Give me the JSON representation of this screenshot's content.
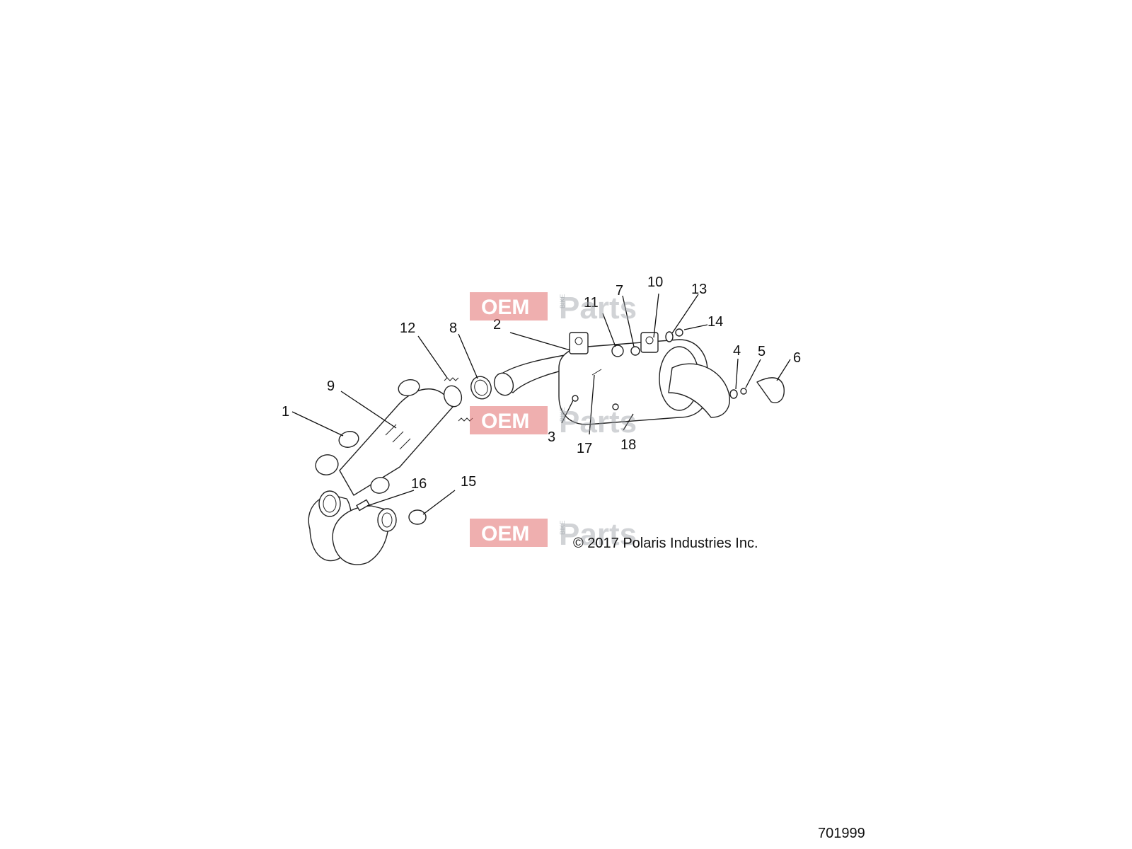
{
  "diagram": {
    "callouts": [
      "1",
      "2",
      "3",
      "4",
      "5",
      "6",
      "7",
      "8",
      "9",
      "10",
      "11",
      "12",
      "13",
      "14",
      "15",
      "16",
      "17",
      "18"
    ],
    "copyright": "© 2017 Polaris Industries Inc.",
    "drawing_number": "701999"
  },
  "watermark": {
    "oem": "OEM",
    "bike": "BIKE",
    "parts": "Parts",
    "colors": {
      "accent": "#e26d6d",
      "gray": "#9aa0a6"
    }
  }
}
